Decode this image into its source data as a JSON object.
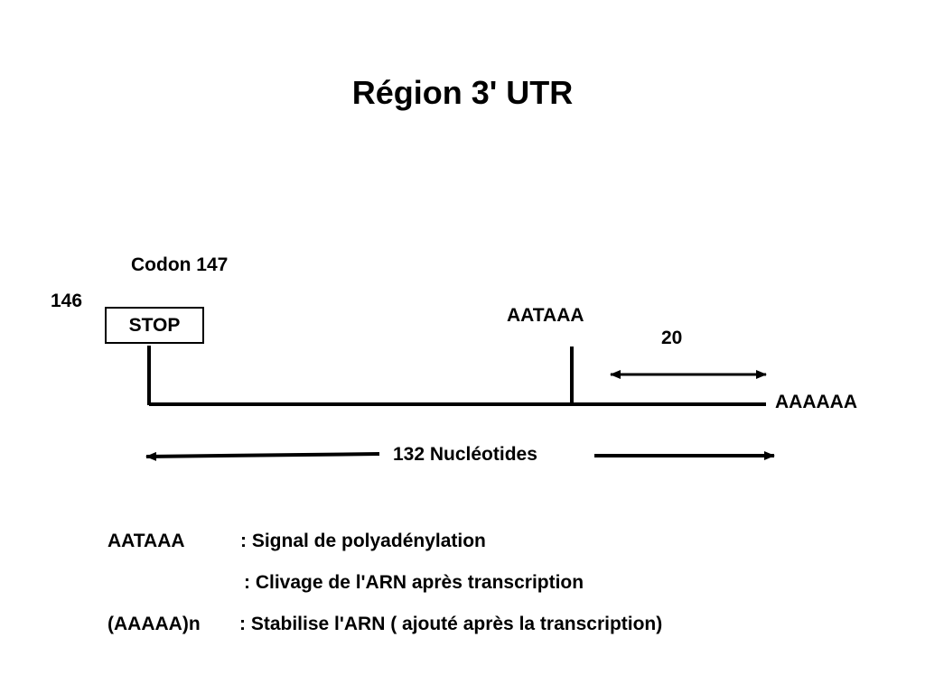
{
  "title": "Région 3' UTR",
  "labels": {
    "codon": "Codon 147",
    "position": "146",
    "stop": "STOP",
    "signal": "AATAAA",
    "distance": "20",
    "polya": "AAAAAA",
    "length": "132 Nucléotides"
  },
  "legend": [
    {
      "term": "AATAAA",
      "definition": ": Signal de polyadénylation"
    },
    {
      "term": "",
      "definition": ": Clivage de l'ARN après transcription"
    },
    {
      "term": "(AAAAA)n",
      "definition": ":  Stabilise l'ARN ( ajouté après la transcription)"
    }
  ]
}
